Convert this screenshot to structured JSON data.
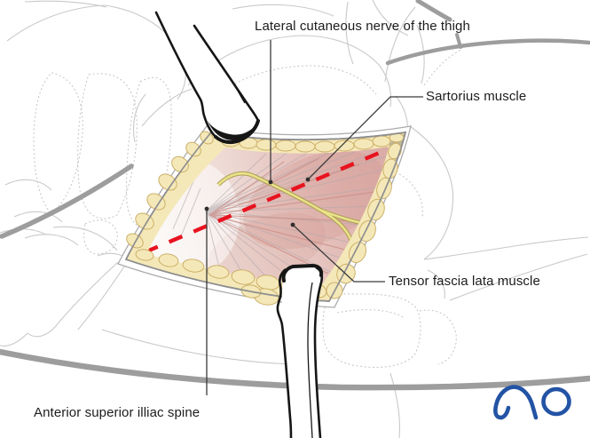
{
  "figure": {
    "kind": "surgical-anatomy-illustration",
    "labels": [
      {
        "id": "lateral-cutaneous-nerve",
        "text": "Lateral cutaneous nerve of the thigh"
      },
      {
        "id": "sartorius-muscle",
        "text": "Sartorius muscle"
      },
      {
        "id": "tensor-fascia-lata",
        "text": "Tensor fascia lata muscle"
      },
      {
        "id": "anterior-superior-illiac-spine",
        "text": "Anterior superior illiac spine"
      }
    ],
    "branding": {
      "logo_text": "AO",
      "logo_color": "#2353a4"
    },
    "colors": {
      "incision_red": "#e8131f",
      "nerve_yellow": "#e9e28a",
      "fat_cream": "#f4e8b8",
      "muscle_pink": "#dfb3ae",
      "outline_gray": "#c9c9c9"
    }
  }
}
